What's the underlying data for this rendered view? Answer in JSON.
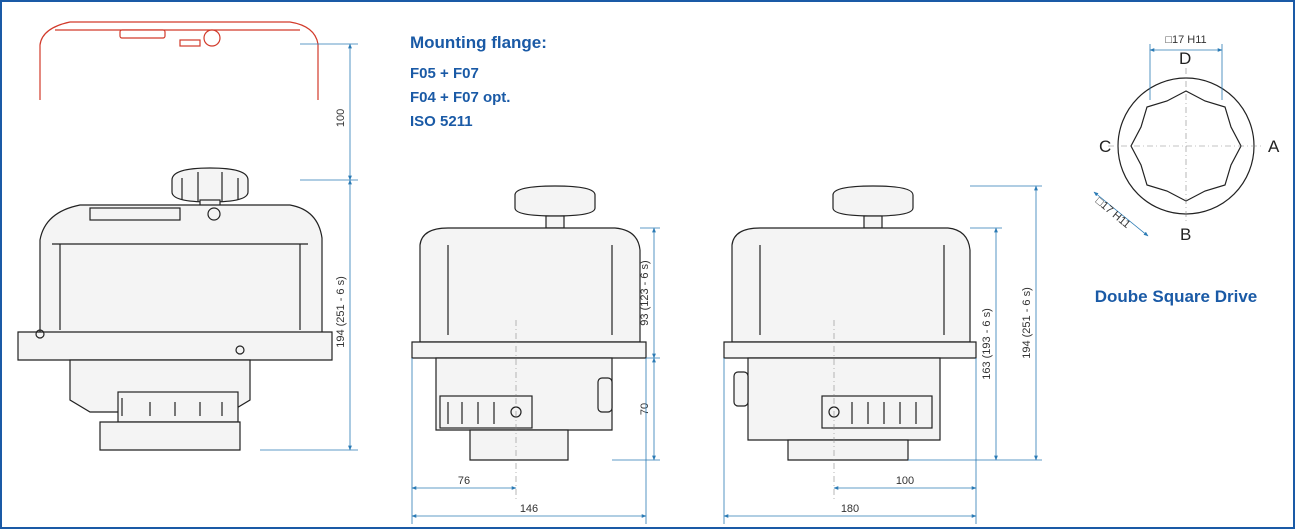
{
  "flange": {
    "heading": "Mounting flange:",
    "line1": "F05 + F07",
    "line2": "F04 + F07 opt.",
    "line3": "ISO 5211"
  },
  "drive": {
    "caption": "Doube Square Drive",
    "size_top": "□17 H11",
    "size_diag": "□17 H11",
    "label_d": "D",
    "label_c": "C",
    "label_a": "A",
    "label_b": "B"
  },
  "dims": {
    "persp_cover": "100",
    "persp_height": "194 (251 - 6 s)",
    "front_upper": "93 (123 - 6 s)",
    "front_lower": "70",
    "front_offset": "76",
    "front_width": "146",
    "side_upper": "163 (193 - 6 s)",
    "side_height": "194 (251 - 6 s)",
    "side_offset": "100",
    "side_width": "180"
  },
  "colors": {
    "accent": "#1a5aa6",
    "dimension": "#2b7bb5",
    "cover": "#d23a2a"
  }
}
